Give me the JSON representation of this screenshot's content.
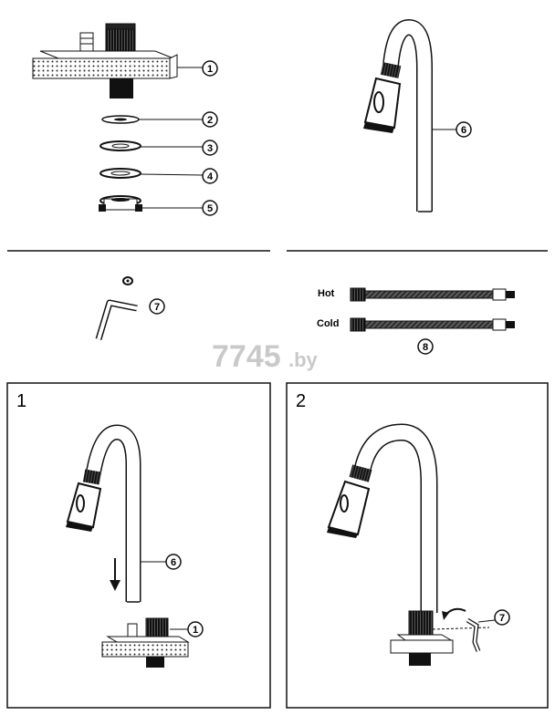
{
  "parts": {
    "p1": "1",
    "p2": "2",
    "p3": "3",
    "p4": "4",
    "p5": "5",
    "p6": "6",
    "p7": "7",
    "p8": "8"
  },
  "hoses": {
    "hot_label": "Hot",
    "cold_label": "Cold"
  },
  "watermark": {
    "main": "7745",
    "suffix": ".by"
  },
  "steps": [
    {
      "number": "1",
      "callouts": [
        "6",
        "1"
      ]
    },
    {
      "number": "2",
      "callouts": [
        "7"
      ]
    }
  ],
  "colors": {
    "line": "#111111",
    "dark": "#1a1a1a",
    "watermark": "#c9c9c9"
  }
}
